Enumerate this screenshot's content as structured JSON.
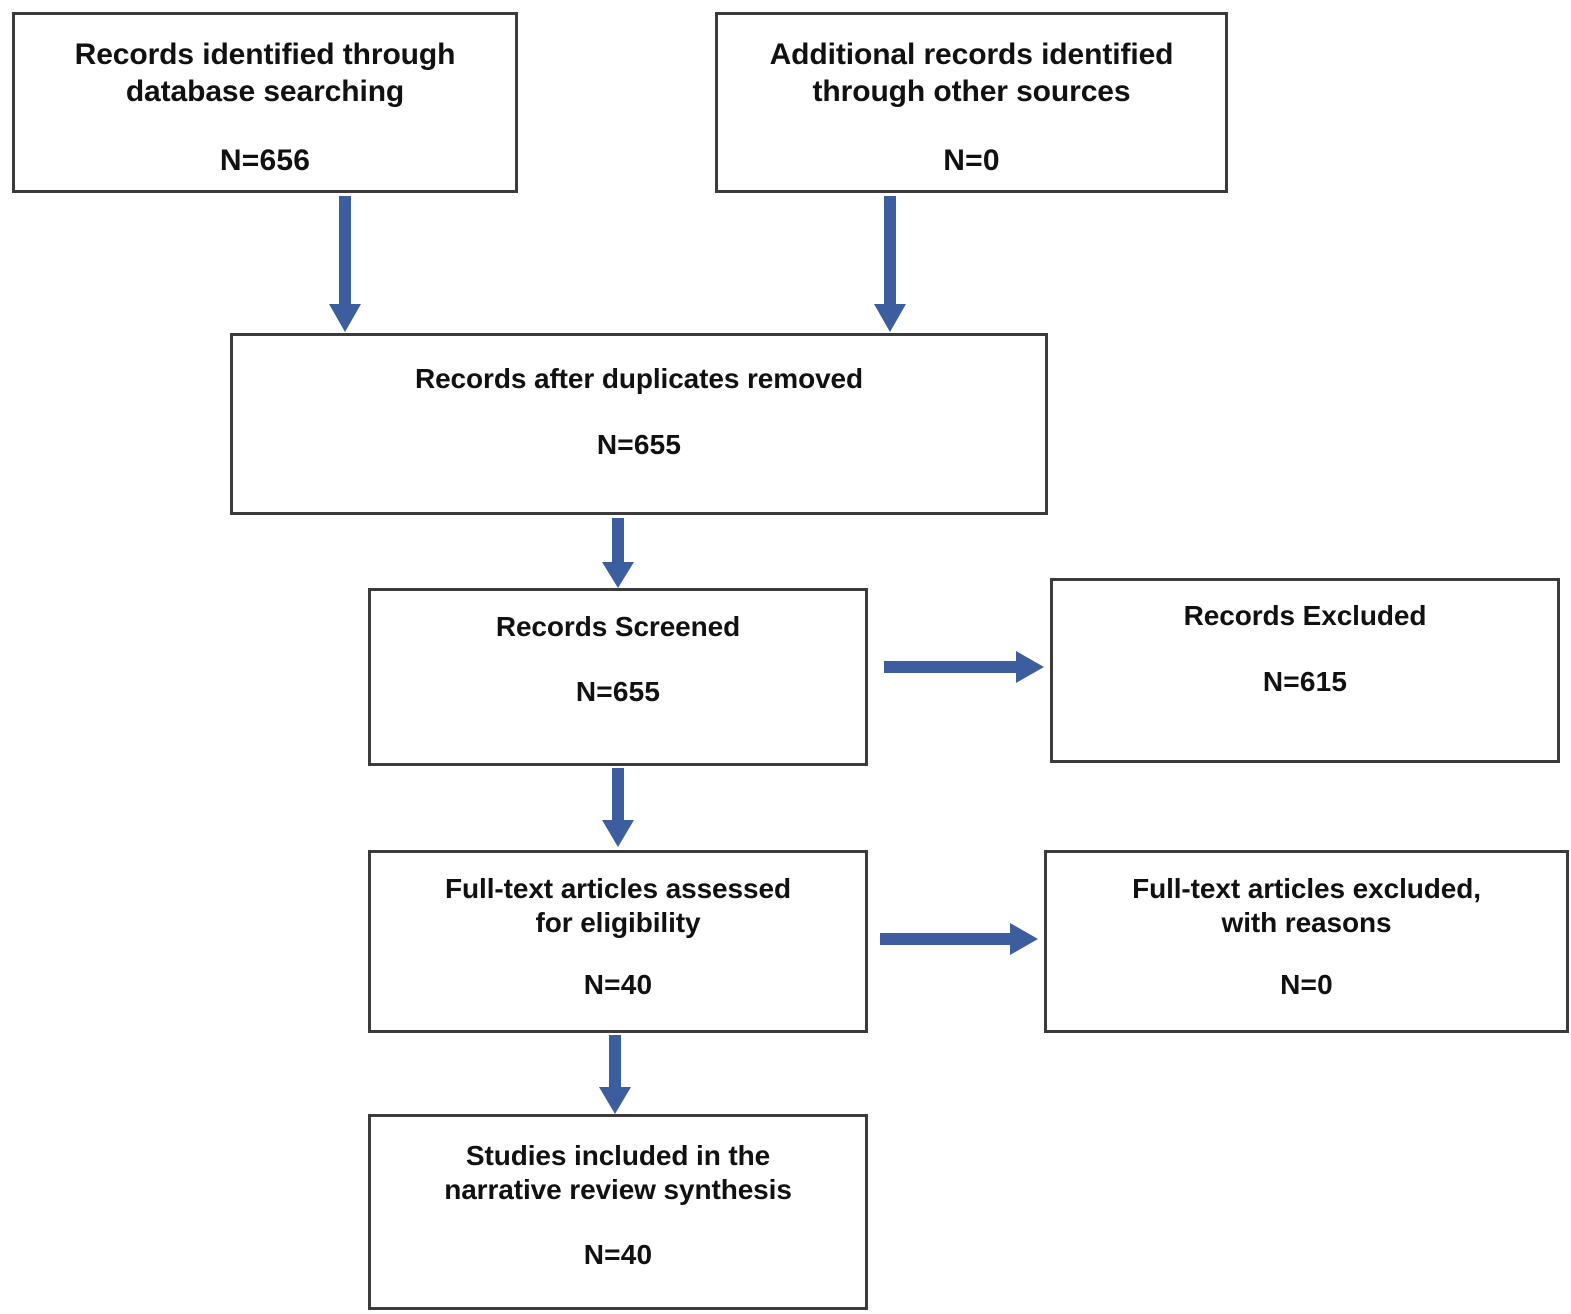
{
  "diagram": {
    "type": "prisma-flow-diagram",
    "accent_color": "#3c5e9e",
    "border_color": "#3b3b3b",
    "background_color": "#ffffff",
    "text_color": "#111111",
    "nodes": [
      {
        "id": "identified",
        "title": "Records identified through\ndatabase searching",
        "count": "N=656"
      },
      {
        "id": "additional",
        "title": "Additional records identified\nthrough other sources",
        "count": "N=0"
      },
      {
        "id": "duplicates",
        "title": "Records after duplicates removed",
        "count": "N=655"
      },
      {
        "id": "screened",
        "title": "Records Screened",
        "count": "N=655"
      },
      {
        "id": "excluded",
        "title": "Records Excluded",
        "count": "N=615"
      },
      {
        "id": "fulltext",
        "title": "Full-text articles assessed\nfor eligibility",
        "count": "N=40"
      },
      {
        "id": "fullexcluded",
        "title": "Full-text articles excluded,\nwith reasons",
        "count": "N=0"
      },
      {
        "id": "included",
        "title": "Studies included in the\nnarrative review synthesis",
        "count": "N=40"
      }
    ],
    "edges": [
      {
        "id": "identified-to-duplicates",
        "from": "identified",
        "to": "duplicates",
        "direction": "down"
      },
      {
        "id": "additional-to-duplicates",
        "from": "additional",
        "to": "duplicates",
        "direction": "down"
      },
      {
        "id": "duplicates-to-screened",
        "from": "duplicates",
        "to": "screened",
        "direction": "down"
      },
      {
        "id": "screened-to-excluded",
        "from": "screened",
        "to": "excluded",
        "direction": "right"
      },
      {
        "id": "screened-to-fulltext",
        "from": "screened",
        "to": "fulltext",
        "direction": "down"
      },
      {
        "id": "fulltext-to-fullexcluded",
        "from": "fulltext",
        "to": "fullexcluded",
        "direction": "right"
      },
      {
        "id": "fulltext-to-included",
        "from": "fulltext",
        "to": "included",
        "direction": "down"
      }
    ]
  }
}
